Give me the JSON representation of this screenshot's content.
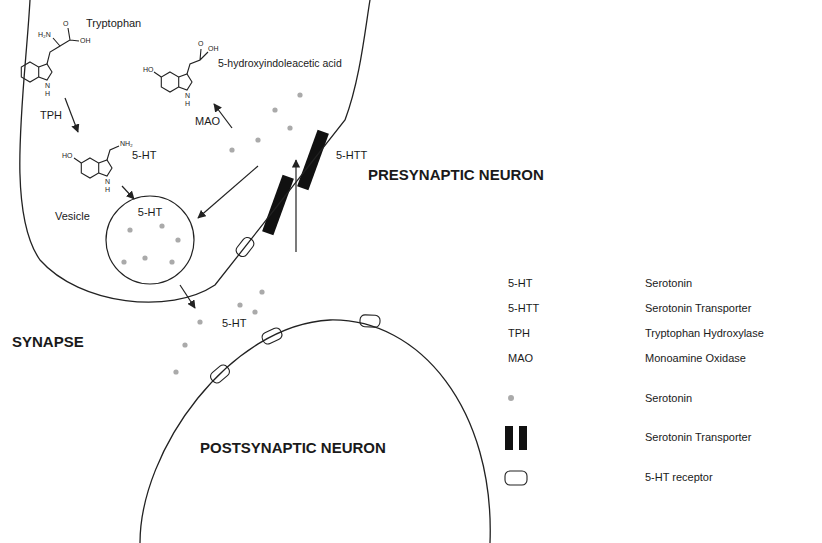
{
  "diagram": {
    "nodes": [
      {
        "text": [
          "PRESYNAPTIC NEURON"
        ]
      },
      {
        "text": [
          "Vesicle",
          "5-HT"
        ],
        "in": 0
      },
      {
        "text": [
          "POSTSYNAPTIC NEURON"
        ]
      }
    ],
    "labels": [
      "Tryptophan",
      "TPH",
      "5-HT",
      "5-hydroxyindoleacetic acid",
      "MAO",
      "5-HTT",
      "SYNAPSE",
      "5-HT",
      "5-HT",
      "Serotonin",
      "5-HTT",
      "Serotonin Transporter",
      "TPH",
      "Tryptophan Hydroxylase",
      "MAO",
      "Monoamine Oxidase",
      "O",
      "OH",
      "H₂N",
      "N",
      "H",
      "HO",
      "NH₂",
      "N",
      "H",
      "HO",
      "O",
      "OH",
      "N",
      "H"
    ],
    "legend": [
      {
        "text": "Serotonin",
        "color": "#aaaaaa"
      },
      {
        "text": "Serotonin Transporter"
      },
      {
        "text": "5-HT receptor"
      }
    ]
  }
}
